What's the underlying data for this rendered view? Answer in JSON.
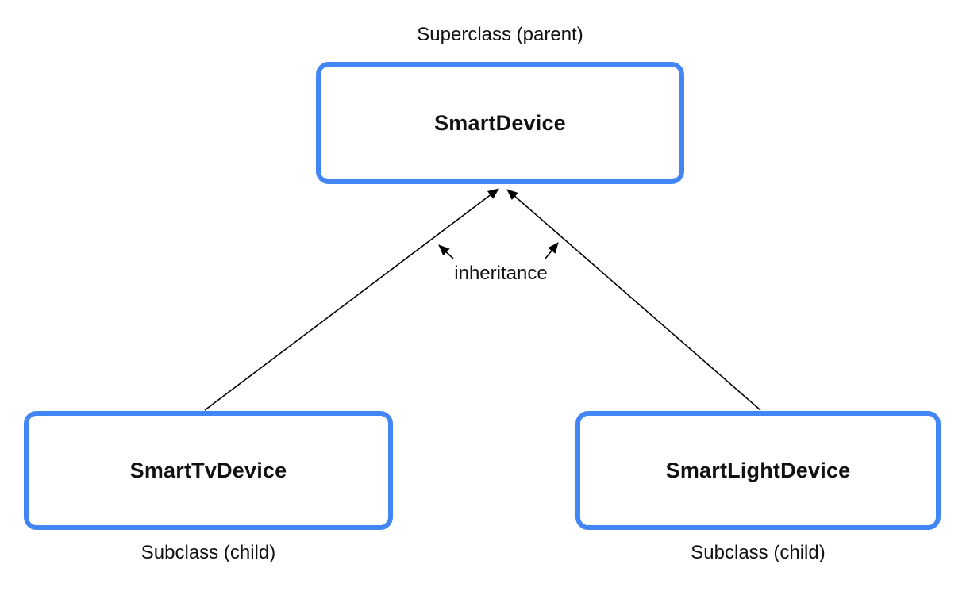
{
  "diagram": {
    "superclass": {
      "name": "SmartDevice",
      "role_label": "Superclass (parent)"
    },
    "inheritance_label": "inheritance",
    "subclasses": [
      {
        "name": "SmartTvDevice",
        "role_label": "Subclass (child)"
      },
      {
        "name": "SmartLightDevice",
        "role_label": "Subclass (child)"
      }
    ],
    "relationships": [
      {
        "from": "SmartTvDevice",
        "to": "SmartDevice",
        "type": "inheritance"
      },
      {
        "from": "SmartLightDevice",
        "to": "SmartDevice",
        "type": "inheritance"
      }
    ],
    "colors": {
      "box_border": "#4285F4",
      "box_fill": "#FFFFFF",
      "text": "#111111",
      "arrow": "#000000",
      "background": "#FFFFFF"
    }
  }
}
